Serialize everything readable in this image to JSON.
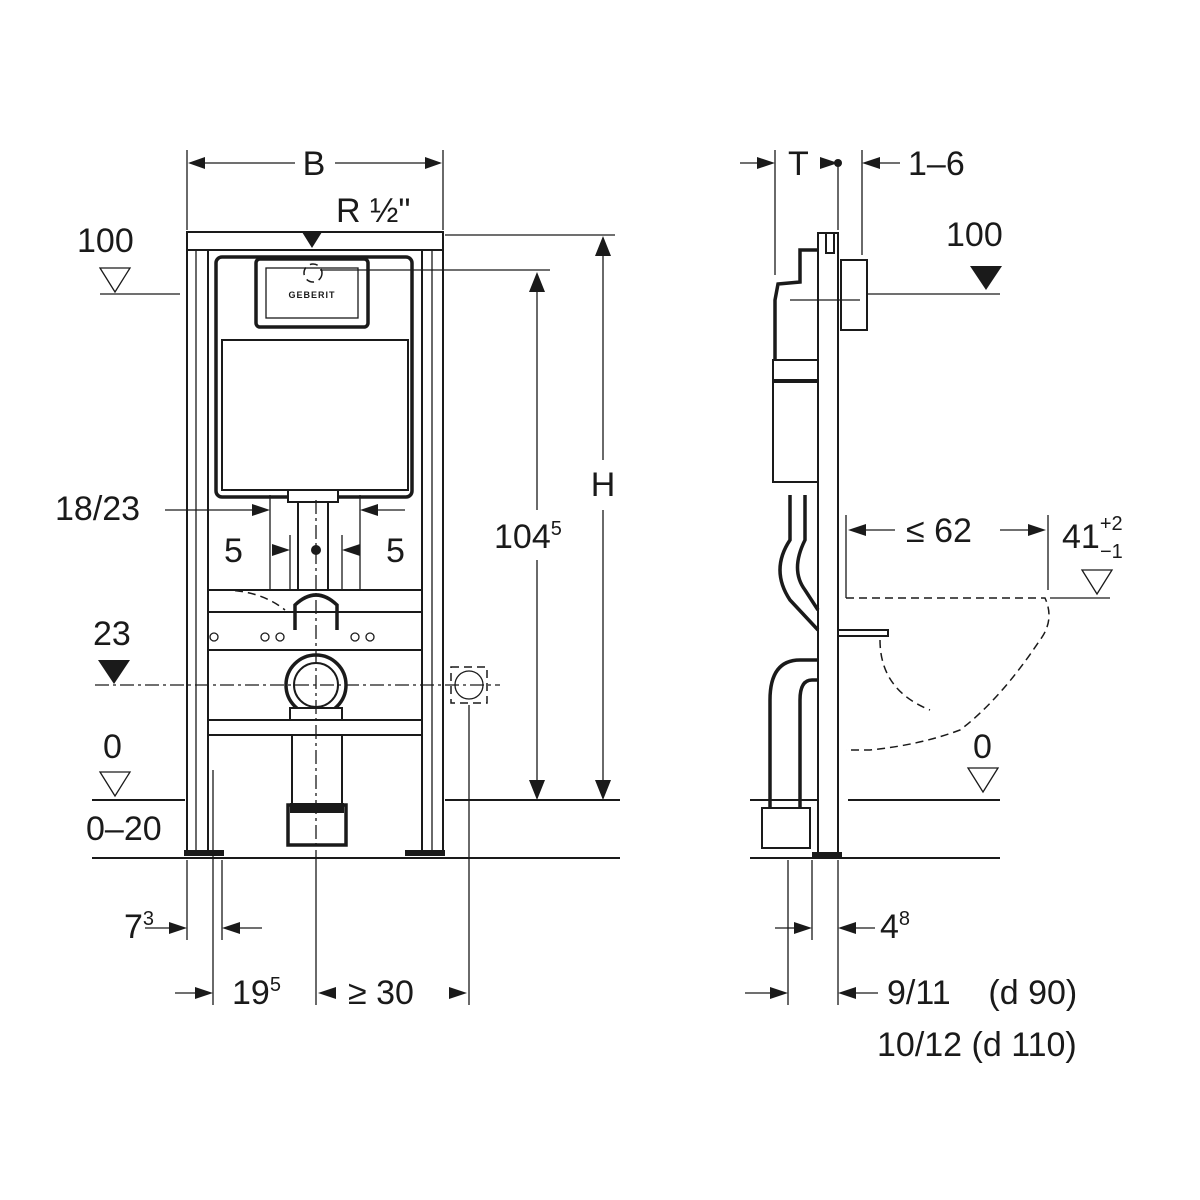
{
  "front_view": {
    "width_label": "B",
    "water_connection_label": "R ½\"",
    "level_100": "100",
    "height_label": "H",
    "height_1045": {
      "base": "104",
      "sup": "5"
    },
    "flush_pipe_offset": "18/23",
    "offset_left": "5",
    "offset_right": "5",
    "level_23": "23",
    "level_0": "0",
    "floor_range": "0–20",
    "foot_7_3": {
      "base": "7",
      "sup": "3"
    },
    "dim_19_5": {
      "base": "19",
      "sup": "5"
    },
    "dim_min_30": "≥ 30",
    "logo": "GEBERIT"
  },
  "side_view": {
    "depth_label": "T",
    "wall_offset": "1–6",
    "level_100": "100",
    "bowl_projection": "≤ 62",
    "bowl_height": {
      "base": "41",
      "sup": "+2",
      "sub": "−1"
    },
    "level_0": "0",
    "dim_4_8": {
      "base": "4",
      "sup": "8"
    },
    "pipe_d90": "9/11    (d 90)",
    "pipe_d110": "10/12 (d 110)"
  }
}
